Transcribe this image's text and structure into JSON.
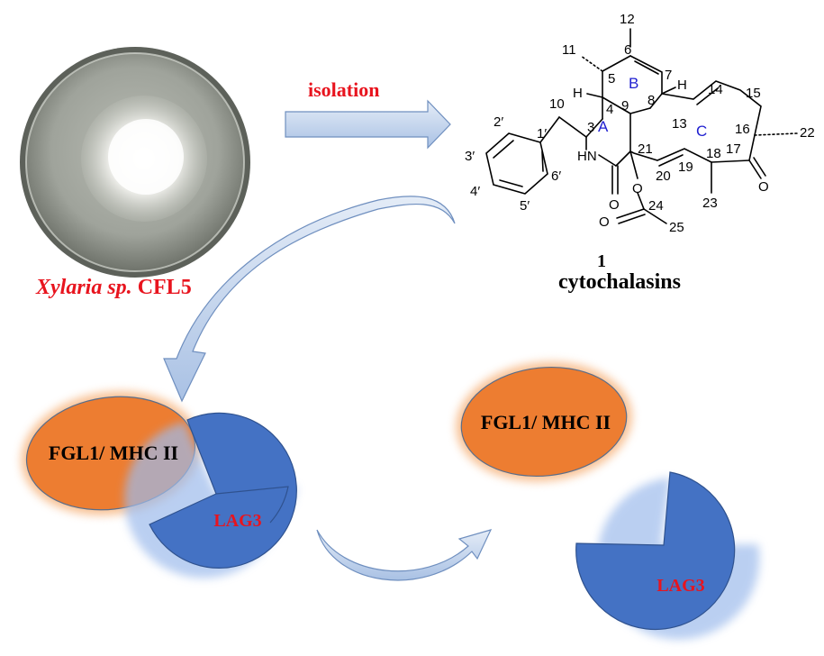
{
  "organism": {
    "genus": "Xylaria sp.",
    "strain": " CFL5"
  },
  "step": {
    "label": "isolation"
  },
  "compound": {
    "number": "1",
    "class_name": "cytochalasins"
  },
  "structure": {
    "numbers": [
      "12",
      "11",
      "6",
      "7",
      "5",
      "B",
      "14",
      "15",
      "10",
      "8",
      "9",
      "4",
      "H",
      "H",
      "A",
      "13",
      "C",
      "16",
      "22",
      "3",
      "2′",
      "1′",
      "21",
      "17",
      "HN",
      "O",
      "19",
      "18",
      "3′",
      "6′",
      "20",
      "O",
      "O",
      "24",
      "4′",
      "5′",
      "23",
      "O",
      "25"
    ]
  },
  "left_complex": {
    "ligand": "FGL1/ MHC II",
    "receptor": "LAG3"
  },
  "right_complex": {
    "ligand": "FGL1/ MHC II",
    "receptor": "LAG3"
  },
  "colors": {
    "red_text": "#e8141e",
    "ligand_fill": "#ed7d31",
    "receptor_fill": "#4472c4",
    "arrow_fill": "#c5d6ee",
    "ring_labels": "#1f1fd0"
  }
}
